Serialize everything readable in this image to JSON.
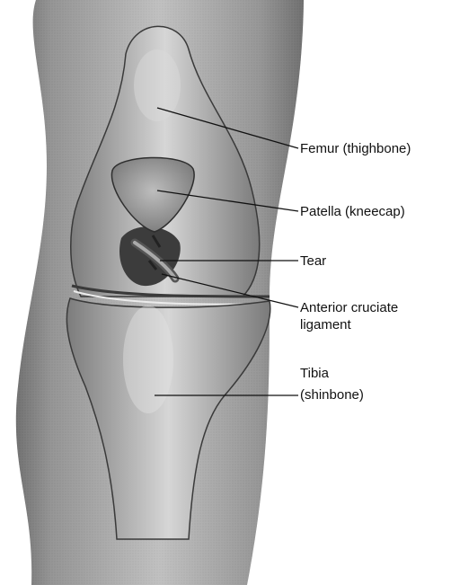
{
  "labels": {
    "femur": "Femur (thighbone)",
    "patella": "Patella (kneecap)",
    "tear": "Tear",
    "acl_line1": "Anterior cruciate",
    "acl_line2": "ligament",
    "tibia_line1": "Tibia",
    "tibia_line2": "(shinbone)"
  }
}
